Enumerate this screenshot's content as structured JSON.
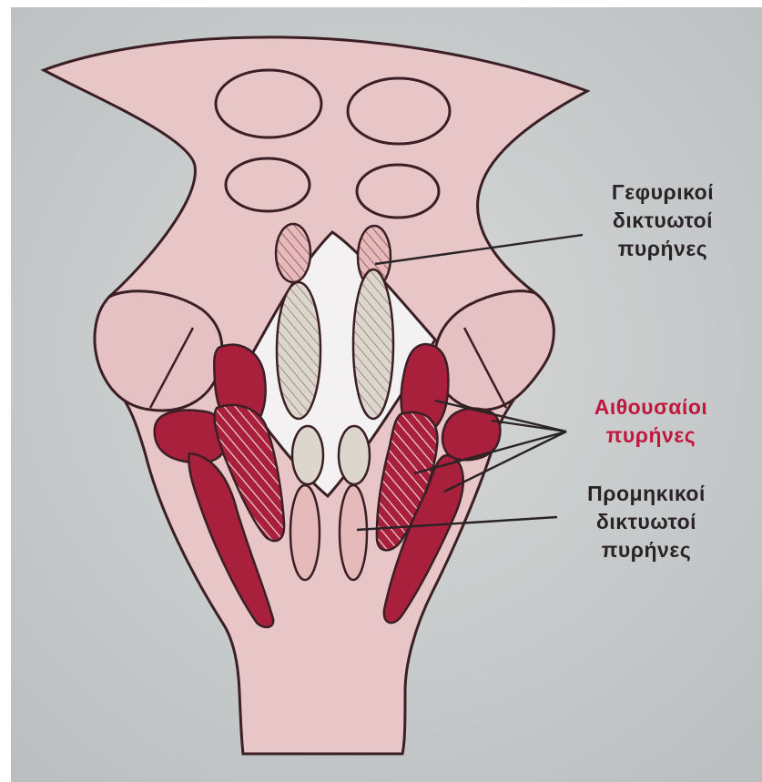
{
  "labels": {
    "pontine": {
      "lines": [
        "Γεφυρικοί",
        "δικτυωτοί",
        "πυρήνες"
      ]
    },
    "raphe": {
      "lines": [
        "Αιθουσαίοι",
        "πυρήνες"
      ]
    },
    "medullary": {
      "lines": [
        "Προμηκικοί",
        "δικτυωτοί",
        "πυρήνες"
      ]
    }
  },
  "colors": {
    "page_background": "#c4c8c9",
    "frame_inner": "#d4d6d5",
    "brainstem_fill": "#e8c6c8",
    "outline": "#3a1f25",
    "nucleus_dark": "#a8203c",
    "nucleus_light": "#e6b9bb",
    "pale_nuclei": "#ddd6cd",
    "label_text": "#2a2326",
    "highlight_label": "#c2163e"
  }
}
